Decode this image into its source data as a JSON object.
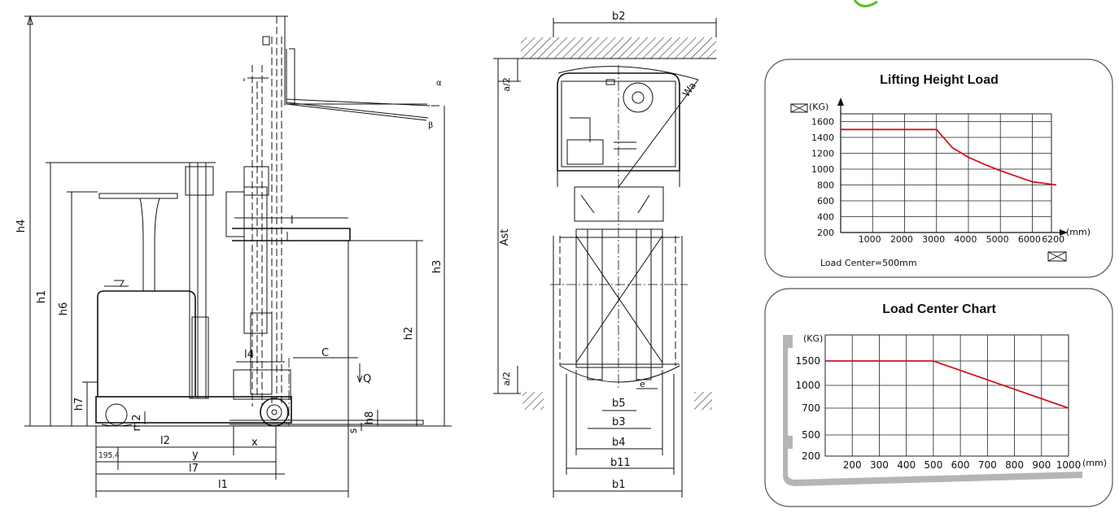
{
  "side_view": {
    "labels": [
      "h4",
      "h1",
      "h6",
      "h7",
      "h3",
      "h2",
      "h8",
      "l",
      "C",
      "Q",
      "l4",
      "m2",
      "s",
      "l2",
      "y",
      "x",
      "195.4",
      "l7",
      "l1"
    ]
  },
  "top_view": {
    "labels": [
      "b2",
      "a/2",
      "Wa",
      "Ast",
      "a/2",
      "b5",
      "b3",
      "b4",
      "b11",
      "b1",
      "e"
    ]
  },
  "colors": {
    "curve": "#d2141e",
    "accent_green": "#5bbf2a",
    "chart_border": "#555555",
    "frame_fill": "#b5b5b5"
  },
  "chart_data": [
    {
      "type": "line",
      "title": "Lifting Height Load",
      "ylabel": "(KG)",
      "xlabel": "(mm)",
      "y_ticks": [
        200,
        400,
        600,
        800,
        1000,
        1200,
        1400,
        1600
      ],
      "x_ticks": [
        1000,
        2000,
        3000,
        4000,
        5000,
        6000,
        6200
      ],
      "xlim": [
        0,
        6200
      ],
      "ylim": [
        200,
        1800
      ],
      "grid": true,
      "note": "Load Center=500mm",
      "series": [
        {
          "x": [
            0,
            3000,
            3500,
            4000,
            4500,
            5000,
            5500,
            6000,
            6200
          ],
          "y": [
            1500,
            1500,
            1270,
            1150,
            1060,
            980,
            910,
            840,
            800
          ]
        }
      ]
    },
    {
      "type": "line",
      "title": "Load Center Chart",
      "ylabel": "(KG)",
      "xlabel": "(mm)",
      "y_ticks": [
        200,
        500,
        700,
        1000,
        1500
      ],
      "x_ticks": [
        200,
        300,
        400,
        500,
        600,
        700,
        800,
        900,
        1000
      ],
      "xlim": [
        100,
        1000
      ],
      "ylim": [
        200,
        1800
      ],
      "grid": true,
      "series": [
        {
          "x": [
            100,
            500,
            1000
          ],
          "y": [
            1500,
            1500,
            700
          ]
        }
      ]
    }
  ]
}
